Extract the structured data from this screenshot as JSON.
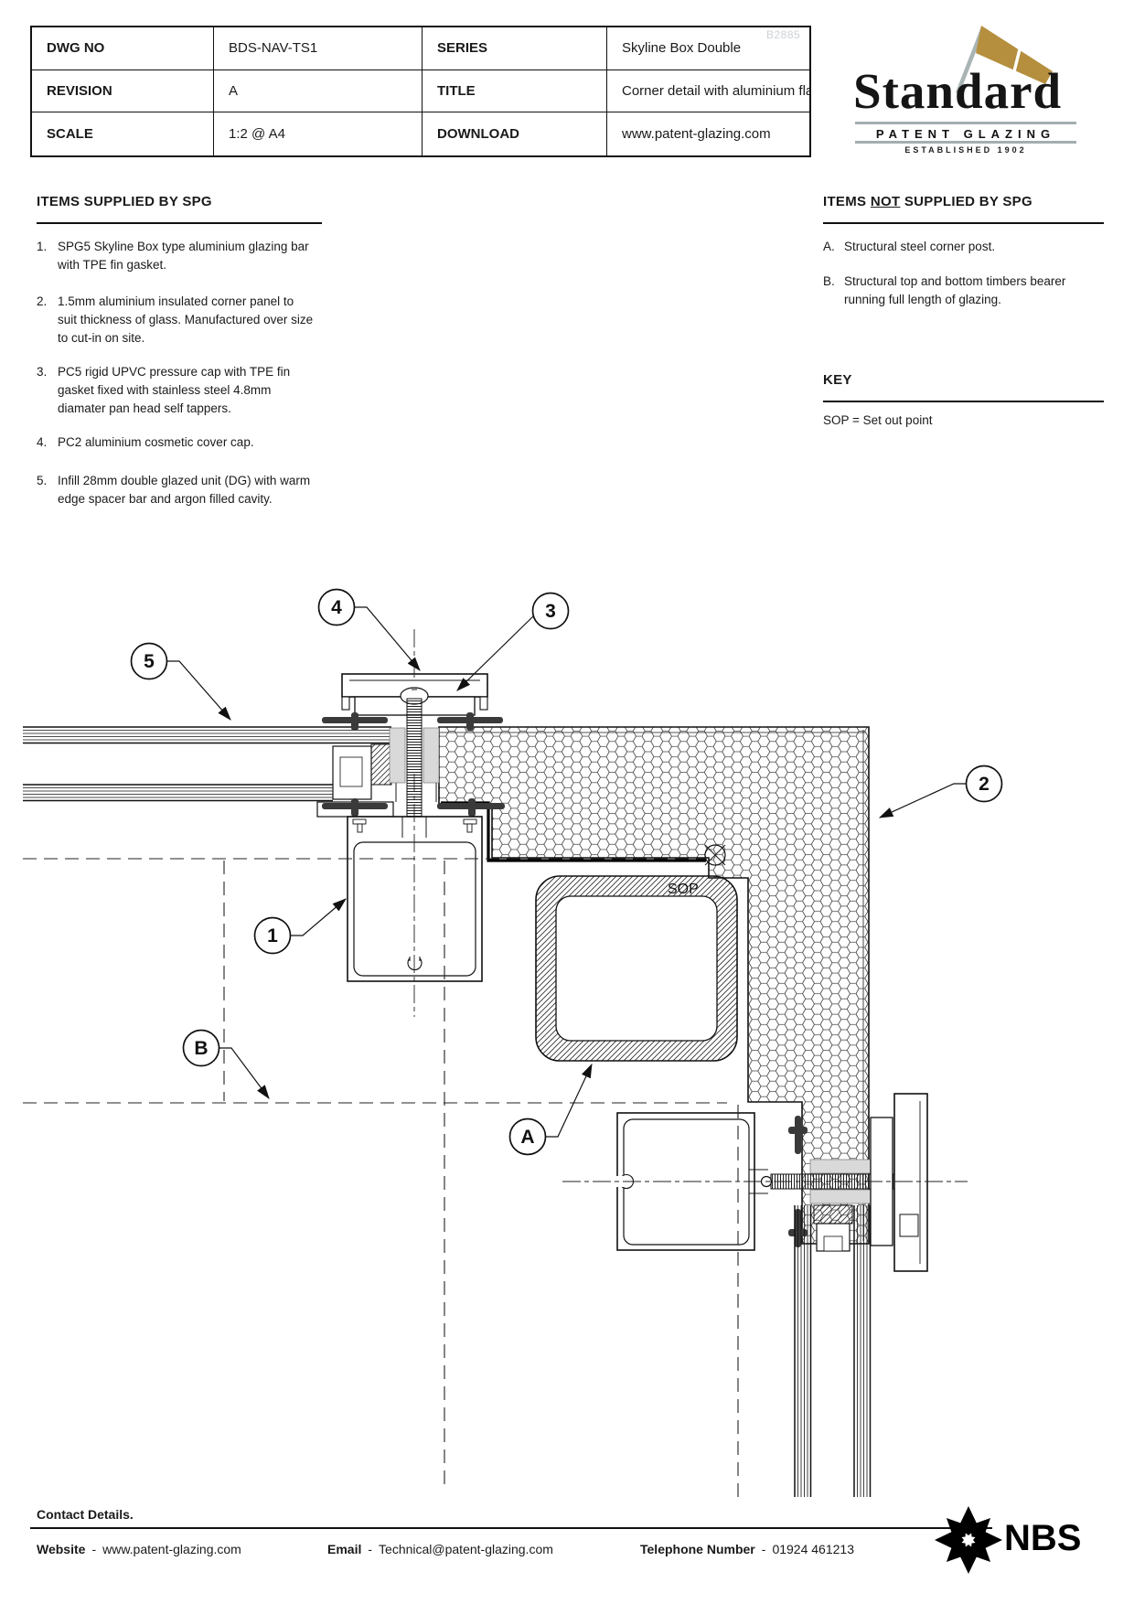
{
  "watermark": "B2885",
  "title_block": {
    "rows": [
      {
        "l1": "DWG NO",
        "v1": "BDS-NAV-TS1",
        "l2": "SERIES",
        "v2": "Skyline Box Double"
      },
      {
        "l1": "REVISION",
        "v1": "A",
        "l2": "TITLE",
        "v2": "Corner detail with aluminium flashing"
      },
      {
        "l1": "SCALE",
        "v1": "1:2 @ A4",
        "l2": "DOWNLOAD",
        "v2": "www.patent-glazing.com"
      }
    ]
  },
  "logo": {
    "name": "Standard",
    "tagline": "PATENT GLAZING",
    "established": "ESTABLISHED 1902",
    "flag_color": "#b58f3e",
    "pole_color": "#a9b4b4",
    "rule_color": "#a3aeb0"
  },
  "supplied": {
    "heading": "ITEMS SUPPLIED BY SPG",
    "items": [
      {
        "num": "1.",
        "text": "SPG5 Skyline Box type aluminium glazing bar with TPE fin gasket."
      },
      {
        "num": "2.",
        "text": "1.5mm aluminium insulated corner panel to suit thickness of glass. Manufactured over size to cut-in on site."
      },
      {
        "num": "3.",
        "text": "PC5 rigid UPVC pressure cap with TPE fin gasket fixed with stainless steel 4.8mm diamater pan head self tappers."
      },
      {
        "num": "4.",
        "text": "PC2 aluminium cosmetic cover cap."
      },
      {
        "num": "5.",
        "text": "Infill 28mm double glazed unit (DG) with warm edge spacer bar and argon filled cavity."
      }
    ]
  },
  "not_supplied": {
    "heading_prefix": "ITEMS ",
    "heading_underlined": "NOT",
    "heading_suffix": " SUPPLIED BY SPG",
    "items": [
      {
        "num": "A.",
        "text": "Structural steel corner post."
      },
      {
        "num": "B.",
        "text": "Structural top and bottom timbers bearer running full length of glazing."
      }
    ]
  },
  "key": {
    "heading": "KEY",
    "entry": "SOP = Set out point"
  },
  "drawing": {
    "sop_label": "SOP",
    "balloons": {
      "n1": "1",
      "n2": "2",
      "n3": "3",
      "n4": "4",
      "n5": "5",
      "a": "A",
      "b": "B"
    }
  },
  "footer": {
    "heading": "Contact Details.",
    "separator": "-",
    "entries": [
      {
        "label": "Website",
        "value": "www.patent-glazing.com"
      },
      {
        "label": "Email",
        "value": "Technical@patent-glazing.com"
      },
      {
        "label": "Telephone Number",
        "value": "01924 461213"
      }
    ],
    "nbs": "NBS"
  }
}
